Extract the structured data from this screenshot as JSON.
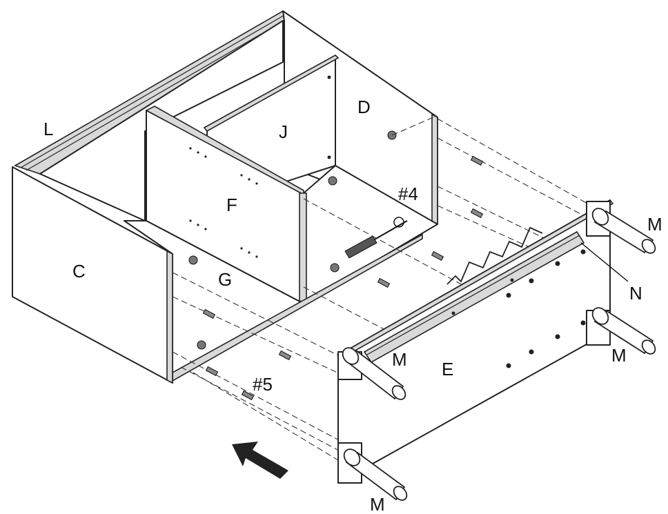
{
  "labels": {
    "L": "L",
    "D": "D",
    "J": "J",
    "F": "F",
    "C": "C",
    "G": "G",
    "N": "N",
    "E": "E",
    "hw4": "#4",
    "hw5": "#5",
    "M": "M"
  },
  "icons": {
    "arrow": "direction-arrow-icon"
  }
}
